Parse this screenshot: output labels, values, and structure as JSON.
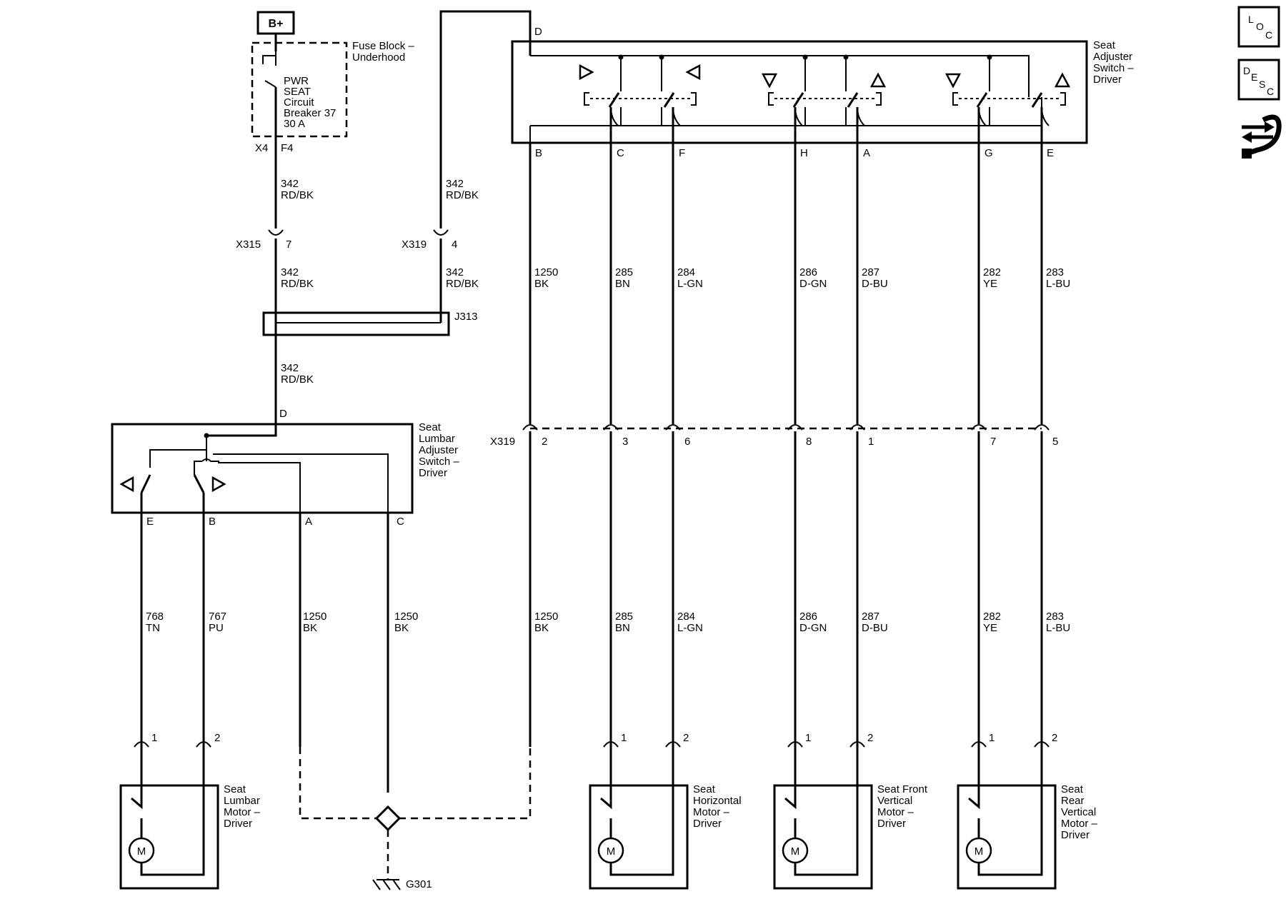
{
  "power": {
    "label": "B+"
  },
  "fuse_block": {
    "title": [
      "Fuse Block –",
      "Underhood"
    ],
    "breaker": [
      "PWR",
      "SEAT",
      "Circuit",
      "Breaker 37",
      "30 A"
    ],
    "pin_left": "X4",
    "pin_right": "F4"
  },
  "seat_switch": {
    "title": [
      "Seat",
      "Adjuster",
      "Switch –",
      "Driver"
    ],
    "input_pin": "D",
    "pins": [
      "B",
      "C",
      "F",
      "H",
      "A",
      "G",
      "E"
    ]
  },
  "lumbar_switch": {
    "title": [
      "Seat",
      "Lumbar",
      "Adjuster",
      "Switch –",
      "Driver"
    ],
    "input_pin": "D",
    "pins": [
      "E",
      "B",
      "A",
      "C"
    ]
  },
  "connectors": {
    "x315": {
      "name": "X315",
      "pin": "7"
    },
    "x319_top": {
      "name": "X319",
      "pin": "4"
    },
    "x319_mid": {
      "name": "X319",
      "pins": [
        "2",
        "3",
        "6",
        "8",
        "1",
        "7",
        "5"
      ]
    },
    "j313": "J313"
  },
  "wires": {
    "fuse_to_x315": {
      "circuit": "342",
      "color": "RD/BK"
    },
    "x315_to_j313": {
      "circuit": "342",
      "color": "RD/BK"
    },
    "top_to_x319": {
      "circuit": "342",
      "color": "RD/BK"
    },
    "x319_to_j313": {
      "circuit": "342",
      "color": "RD/BK"
    },
    "j313_to_lumbar": {
      "circuit": "342",
      "color": "RD/BK"
    },
    "seat_upper": [
      {
        "circuit": "1250",
        "color": "BK"
      },
      {
        "circuit": "285",
        "color": "BN"
      },
      {
        "circuit": "284",
        "color": "L-GN"
      },
      {
        "circuit": "286",
        "color": "D-GN"
      },
      {
        "circuit": "287",
        "color": "D-BU"
      },
      {
        "circuit": "282",
        "color": "YE"
      },
      {
        "circuit": "283",
        "color": "L-BU"
      }
    ],
    "seat_lower": [
      {
        "circuit": "1250",
        "color": "BK"
      },
      {
        "circuit": "285",
        "color": "BN"
      },
      {
        "circuit": "284",
        "color": "L-GN"
      },
      {
        "circuit": "286",
        "color": "D-GN"
      },
      {
        "circuit": "287",
        "color": "D-BU"
      },
      {
        "circuit": "282",
        "color": "YE"
      },
      {
        "circuit": "283",
        "color": "L-BU"
      }
    ],
    "lumbar_lower": [
      {
        "circuit": "768",
        "color": "TN"
      },
      {
        "circuit": "767",
        "color": "PU"
      },
      {
        "circuit": "1250",
        "color": "BK"
      },
      {
        "circuit": "1250",
        "color": "BK"
      }
    ]
  },
  "motors": [
    {
      "title": [
        "Seat",
        "Lumbar",
        "Motor –",
        "Driver"
      ],
      "pins": [
        "1",
        "2"
      ],
      "symbol": "M"
    },
    {
      "title": [
        "Seat",
        "Horizontal",
        "Motor –",
        "Driver"
      ],
      "pins": [
        "1",
        "2"
      ],
      "symbol": "M"
    },
    {
      "title": [
        "Seat Front",
        "Vertical",
        "Motor –",
        "Driver"
      ],
      "pins": [
        "1",
        "2"
      ],
      "symbol": "M"
    },
    {
      "title": [
        "Seat",
        "Rear",
        "Vertical",
        "Motor –",
        "Driver"
      ],
      "pins": [
        "1",
        "2"
      ],
      "symbol": "M"
    }
  ],
  "ground": {
    "label": "G301"
  },
  "side_icons": {
    "loc": {
      "letters": [
        "L",
        "O",
        "C"
      ],
      "icon": "location-icon"
    },
    "desc": {
      "letters": [
        "D",
        "E",
        "S",
        "C"
      ],
      "icon": "description-icon"
    },
    "tools": {
      "icon": "arrows-wrench-icon"
    }
  }
}
